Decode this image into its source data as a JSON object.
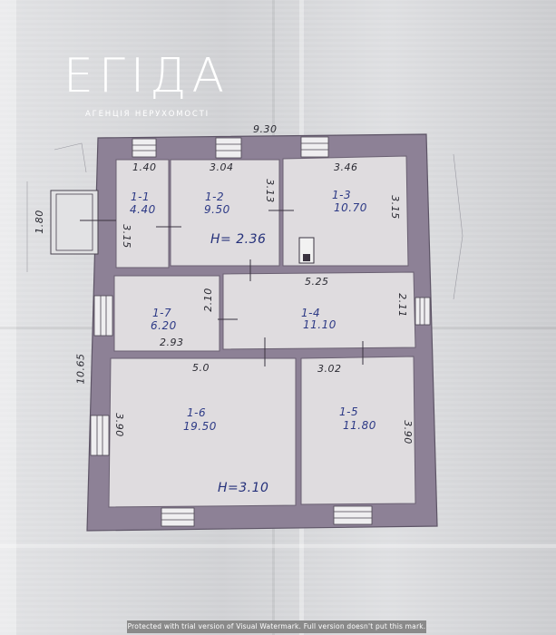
{
  "brand": {
    "name": "ЕГІДА",
    "subtitle": "АГЕНЦІЯ НЕРУХОМОСТІ"
  },
  "plan": {
    "overall_width": "9.30",
    "overall_height": "10.65",
    "porch_depth": "1.80",
    "rooms": [
      {
        "id": "1-1",
        "area": "4.40",
        "width": "1.40",
        "depth": "3.15"
      },
      {
        "id": "1-2",
        "area": "9.50",
        "width": "3.04",
        "depth": "3.13"
      },
      {
        "id": "1-3",
        "area": "10.70",
        "width": "3.46",
        "depth": "3.15"
      },
      {
        "id": "1-4",
        "area": "11.10",
        "width": "5.25",
        "depth": "2.11"
      },
      {
        "id": "1-5",
        "area": "11.80",
        "width": "3.02",
        "depth": "3.90"
      },
      {
        "id": "1-6",
        "area": "19.50",
        "width": "5.0",
        "depth": "3.90"
      },
      {
        "id": "1-7",
        "area": "6.20",
        "width": "2.93",
        "depth": "2.10"
      }
    ],
    "ceiling_height_1": "H= 2.36",
    "ceiling_height_2": "H=3.10"
  },
  "watermark": "Protected with trial version of Visual Watermark. Full version doesn't put this mark.",
  "colors": {
    "wall": "#8d8196",
    "paper": "#d9dadd",
    "ink": "#2a2a32",
    "blue_ink": "#2d3a86"
  }
}
